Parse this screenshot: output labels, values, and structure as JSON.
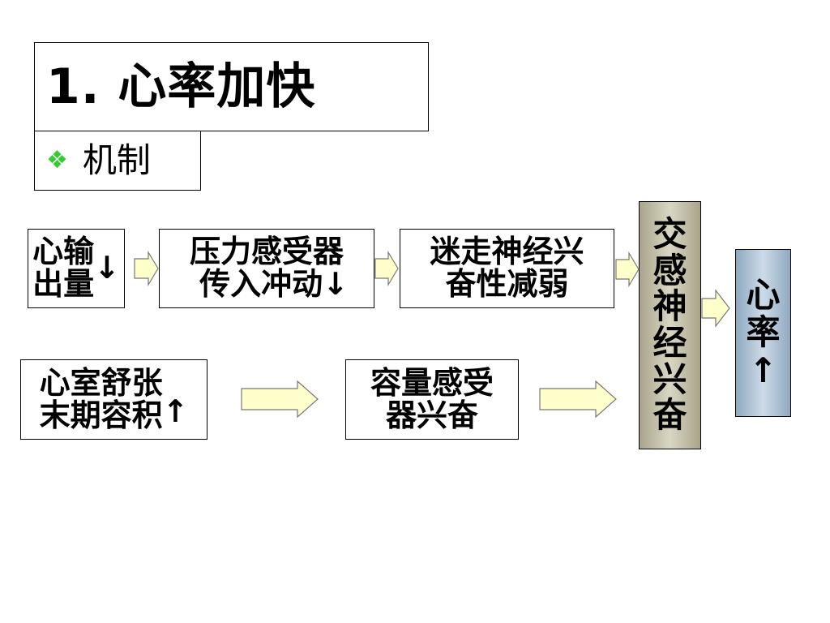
{
  "title": "1. 心率加快",
  "bullet": {
    "icon": "diamond-bullet-icon",
    "text": "机制"
  },
  "nodes": {
    "cardiac_output": {
      "line1": "心输",
      "line2": "出量",
      "arrow": "↓"
    },
    "baroreceptor": {
      "line1": "压力感受器",
      "line2": "传入冲动",
      "arrow": "↓"
    },
    "vagus": {
      "line1": "迷走神经兴",
      "line2": "奋性减弱"
    },
    "edv": {
      "line1": "心室舒张",
      "line2": "末期容积",
      "arrow": "↑"
    },
    "volume_receptor": {
      "line1": "容量感受",
      "line2": "器兴奋"
    },
    "sympathetic": [
      "交",
      "感",
      "神",
      "经",
      "兴",
      "奋"
    ],
    "heart_rate": [
      "心",
      "率",
      "↑"
    ]
  },
  "colors": {
    "arrow_fill": "#ffffcc",
    "bullet": "#33cc33",
    "sympathetic_box": "#bdb9a0",
    "heart_rate_box": "#a8bfd4"
  }
}
